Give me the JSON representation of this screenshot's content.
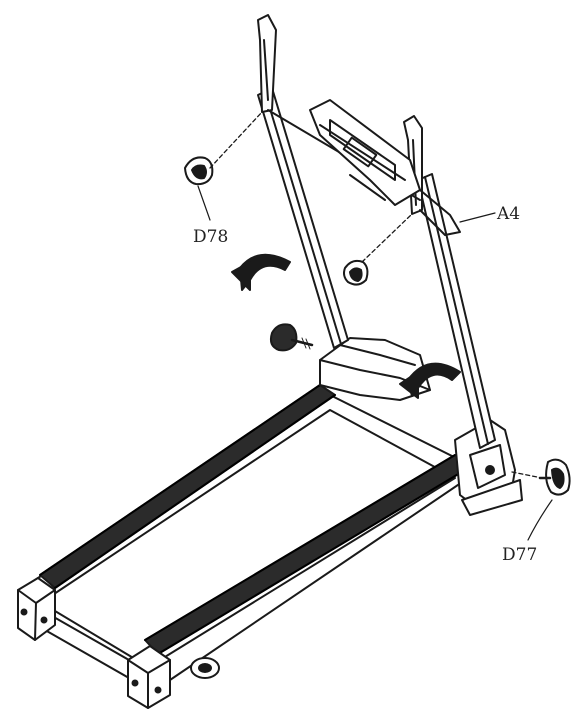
{
  "labels": {
    "d78": "D78",
    "a4": "A4",
    "d77": "D77"
  },
  "colors": {
    "line": "#1a1a1a",
    "belt": "#2b2b2b",
    "background": "#ffffff"
  },
  "icons": [
    "knob-icon",
    "rotate-arrow-icon"
  ]
}
